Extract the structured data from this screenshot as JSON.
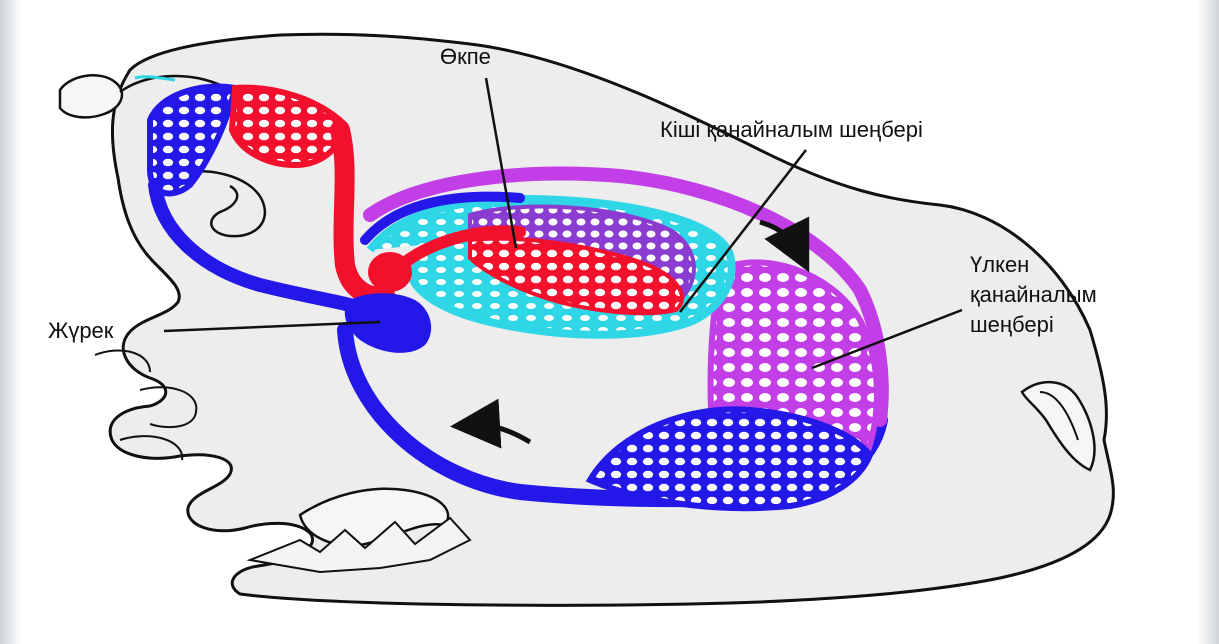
{
  "labels": {
    "lung": "Өкпе",
    "pulmonary_circulation": "Кіші қанайналым шеңбері",
    "systemic_circulation_line1": "Үлкен",
    "systemic_circulation_line2": "қанайналым",
    "systemic_circulation_line3": "шеңбері",
    "heart": "Жүрек"
  },
  "colors": {
    "background": "#ffffff",
    "body_fill": "#ededed",
    "outline": "#111111",
    "venous_blue": "#2418e8",
    "arterial_red": "#f2102c",
    "systemic_purple": "#c23ee6",
    "pulmonary_cyan": "#2fd6e6",
    "lung_violet": "#8a3bd0"
  },
  "icons": {
    "flow_arrow_top": "curved-arrow-icon",
    "flow_arrow_bottom": "curved-arrow-icon"
  }
}
